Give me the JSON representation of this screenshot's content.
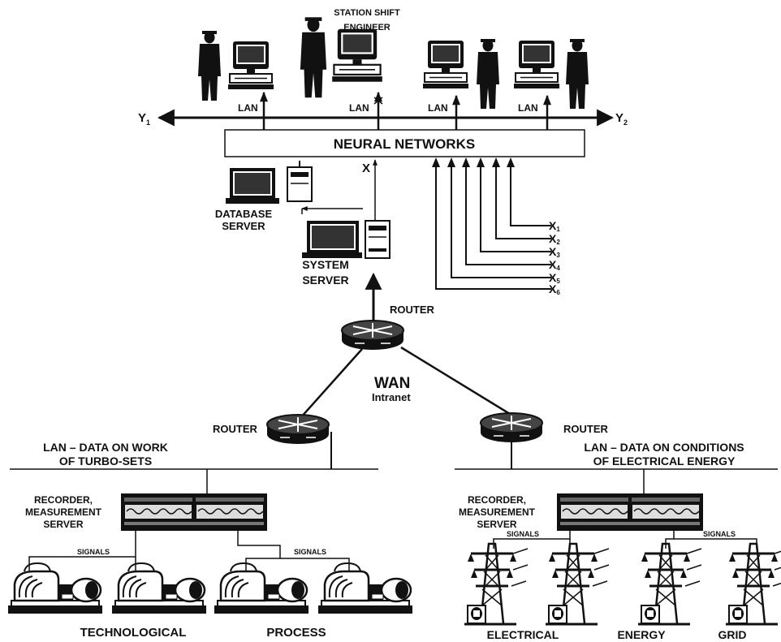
{
  "labels": {
    "station_shift": "STATION SHIFT",
    "engineer": "ENGINEER",
    "lan": "LAN",
    "y1": "Y",
    "y1_sub": "1",
    "y2": "Y",
    "y2_sub": "2",
    "neural_networks": "NEURAL NETWORKS",
    "x_input": "X",
    "database": "DATABASE",
    "server": "SERVER",
    "system": "SYSTEM",
    "router": "ROUTER",
    "wan": "WAN",
    "intranet": "Intranet",
    "lan_turbo_1": "LAN – DATA ON WORK",
    "lan_turbo_2": "OF TURBO-SETS",
    "lan_energy_1": "LAN – DATA ON CONDITIONS",
    "lan_energy_2": "OF ELECTRICAL ENERGY",
    "recorder": "RECORDER,",
    "measurement": "MEASUREMENT",
    "signals": "SIGNALS",
    "technological": "TECHNOLOGICAL",
    "process": "PROCESS",
    "electrical": "ELECTRICAL",
    "energy": "ENERGY",
    "grid": "GRID"
  },
  "inputs": [
    {
      "name": "X",
      "sub": "1"
    },
    {
      "name": "X",
      "sub": "2"
    },
    {
      "name": "X",
      "sub": "3"
    },
    {
      "name": "X",
      "sub": "4"
    },
    {
      "name": "X",
      "sub": "5"
    },
    {
      "name": "X",
      "sub": "6"
    }
  ],
  "colors": {
    "ink": "#111111",
    "paper": "#ffffff",
    "box_fill": "#ffffff",
    "screen": "#222222"
  },
  "icons": [
    "engineer-figure-icon",
    "workstation-icon",
    "router-icon",
    "recorder-panel-icon",
    "turbo-set-icon",
    "power-pylon-icon"
  ]
}
